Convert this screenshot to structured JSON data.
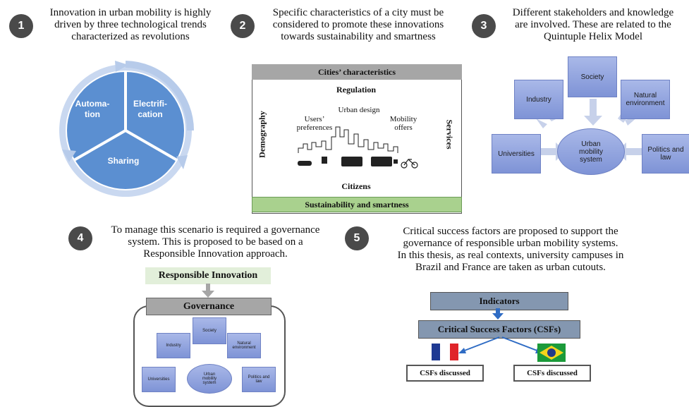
{
  "steps": [
    {
      "num": "1",
      "text": "Innovation in urban mobility is highly\ndriven by three technological trends\ncharacterized as revolutions"
    },
    {
      "num": "2",
      "text": "Specific characteristics of a city must be\nconsidered to promote these innovations\ntowards sustainability and smartness"
    },
    {
      "num": "3",
      "text": "Different stakeholders and knowledge\nare involved. These are related to the\nQuintuple Helix Model"
    },
    {
      "num": "4",
      "text": "To manage this scenario is required a governance\nsystem. This is proposed to be based on a\nResponsible Innovation approach."
    },
    {
      "num": "5",
      "text": "Critical success factors are proposed to support the\ngovernance of responsible urban mobility systems.\nIn this thesis, as real contexts, university campuses in\nBrazil and France are taken as urban cutouts."
    }
  ],
  "cycle": {
    "automation": "Automa-\ntion",
    "electrification": "Electrifi-\ncation",
    "sharing": "Sharing"
  },
  "city": {
    "header": "Cities’ characteristics",
    "regulation": "Regulation",
    "demography": "Demography",
    "services": "Services",
    "users": "Users’\npreferences",
    "urban_design": "Urban design",
    "mobility": "Mobility\noffers",
    "citizens": "Citizens",
    "footer": "Sustainability  and smartness"
  },
  "helix": {
    "society": "Society",
    "industry": "Industry",
    "natural": "Natural\nenvironment",
    "universities": "Universities",
    "center": "Urban\nmobility\nsystem",
    "politics": "Politics and\nlaw"
  },
  "gov": {
    "ri": "Responsible Innovation",
    "governance": "Governance"
  },
  "csf": {
    "indicators": "Indicators",
    "csf": "Critical Success Factors (CSFs)",
    "discussed_left": "CSFs discussed",
    "discussed_right": "CSFs discussed"
  },
  "colors": {
    "blue": "#5b8fd1",
    "green": "#a9d18e",
    "grey": "#a6a6a6"
  }
}
